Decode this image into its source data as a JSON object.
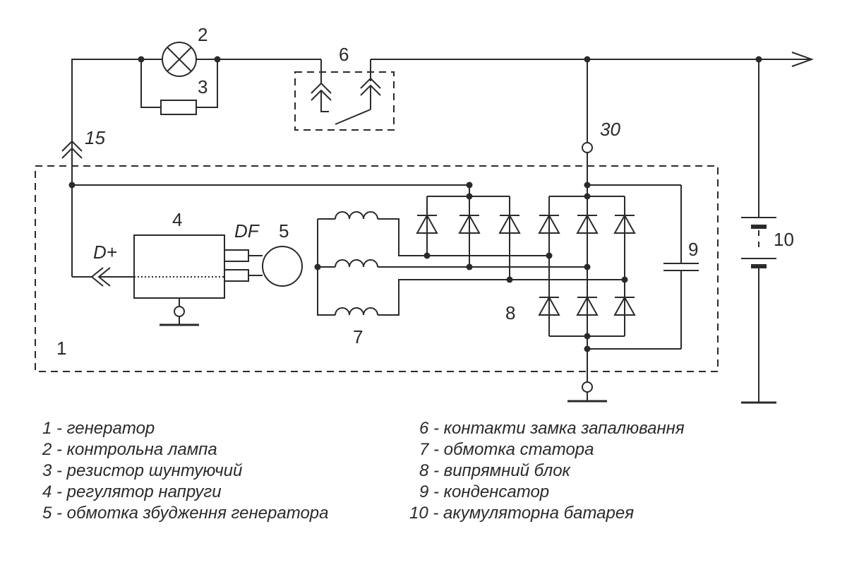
{
  "labels": {
    "n1": "1",
    "n2": "2",
    "n3": "3",
    "n4": "4",
    "n5": "5",
    "n6": "6",
    "n7": "7",
    "n8": "8",
    "n9": "9",
    "n10": "10",
    "t15": "15",
    "t30": "30",
    "dplus": "D+",
    "df": "DF"
  },
  "legend": [
    "1 - генератор",
    "2 - контрольна лампа",
    "3 - резистор шунтуючий",
    "4 - регулятор напруги",
    "5 - обмотка збудження генератора",
    "6 - контакти замка запалювання",
    "7 - обмотка статора",
    "8 - випрямний блок",
    "9 - конденсатор",
    "10 - акумуляторна батарея"
  ]
}
